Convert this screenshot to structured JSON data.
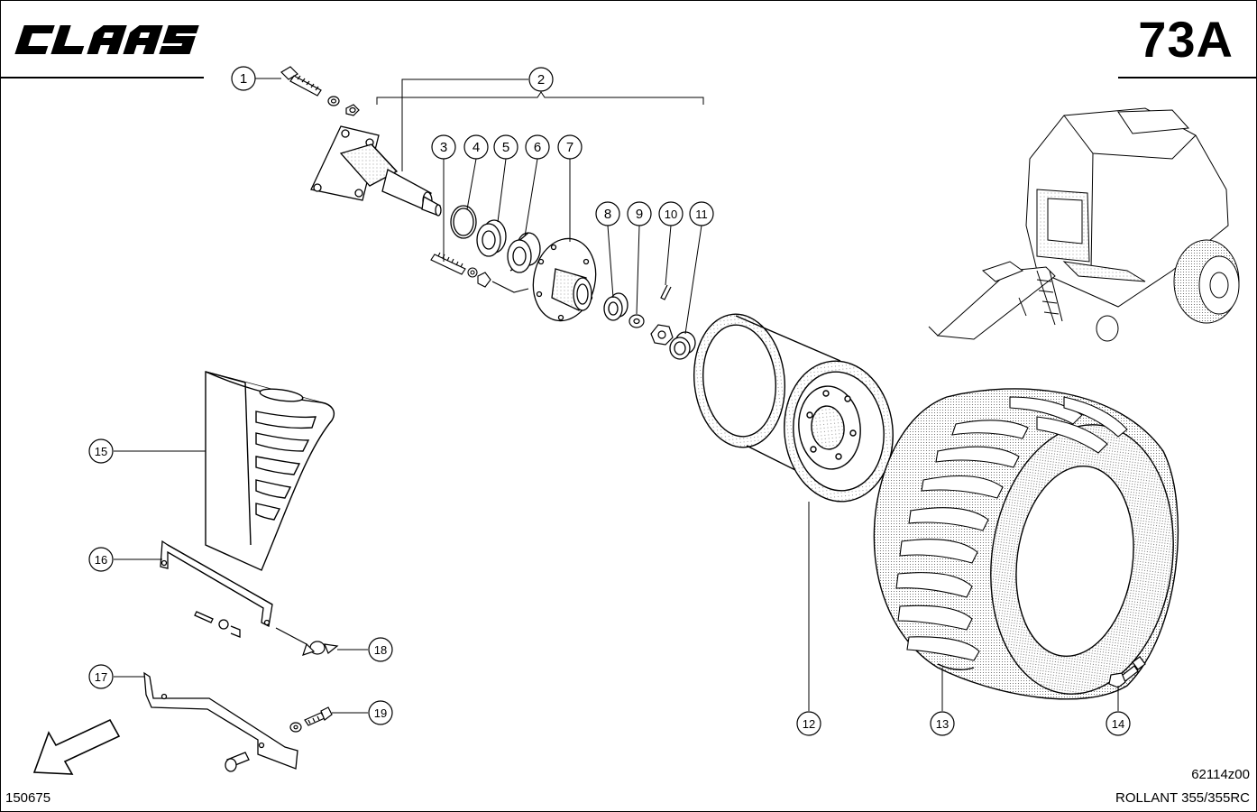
{
  "header": {
    "brand": "CLAAS",
    "sheet_number": "73A"
  },
  "footer": {
    "drawing_number": "150675",
    "figure_code": "62114z00",
    "model": "ROLLANT 355/355RC"
  },
  "callouts": [
    "1",
    "2",
    "3",
    "4",
    "5",
    "6",
    "7",
    "8",
    "9",
    "10",
    "11",
    "12",
    "13",
    "14",
    "15",
    "16",
    "17",
    "18",
    "19"
  ],
  "icons": {
    "direction_arrow": "front-direction-arrow-icon",
    "machine_thumbnail": "round-baler-thumbnail"
  }
}
